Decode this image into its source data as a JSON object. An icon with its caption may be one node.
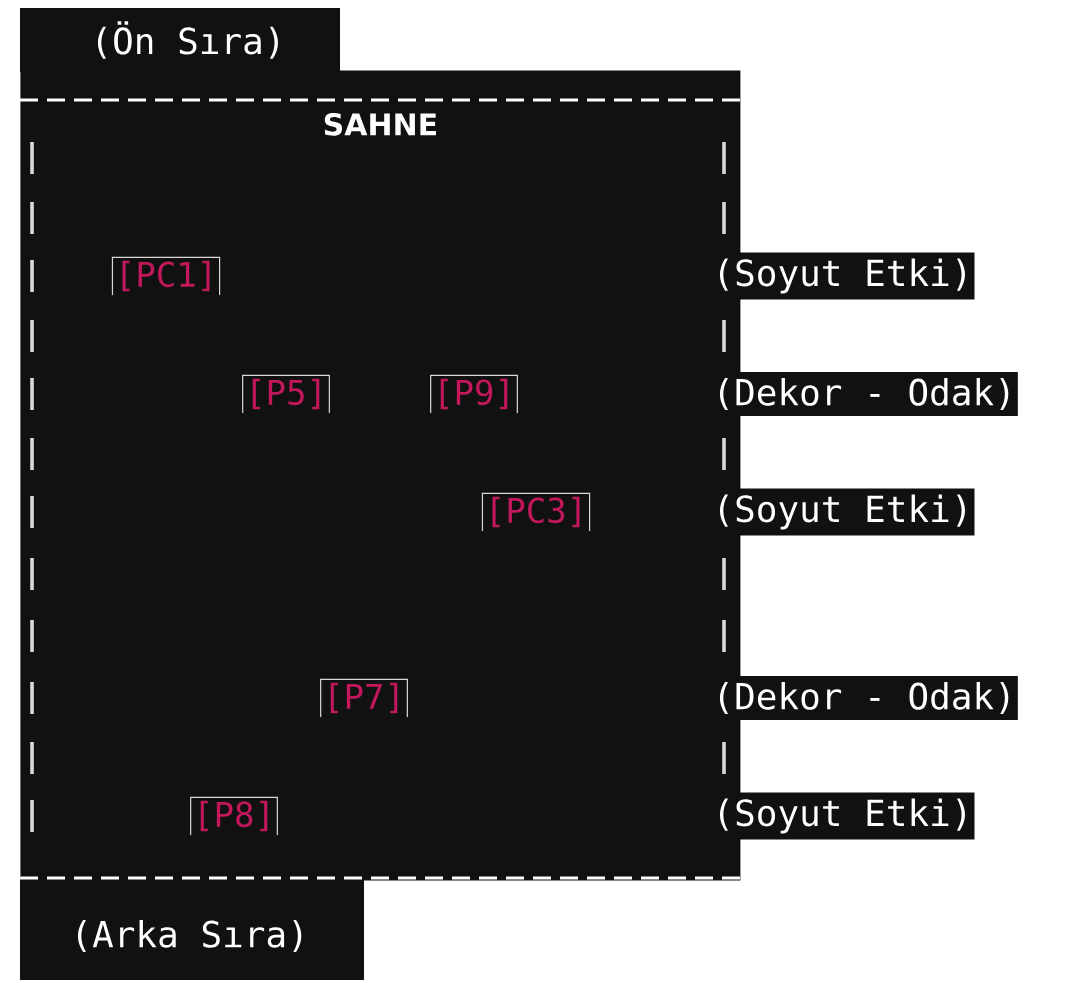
{
  "diagram": {
    "nodes": [
      {
        "text": [
          "SAHNE"
        ]
      },
      {
        "text": [
          "[PC1]"
        ],
        "in": 0
      },
      {
        "text": [
          "[P5]"
        ],
        "in": 0
      },
      {
        "text": [
          "[P9]"
        ],
        "in": 0
      },
      {
        "text": [
          "[PC3]"
        ],
        "in": 0
      },
      {
        "text": [
          "[P7]"
        ],
        "in": 0
      },
      {
        "text": [
          "[P8]"
        ],
        "in": 0
      }
    ],
    "labels": [
      "(Ön Sıra)",
      "(Soyut Etki)",
      "(Dekor - Odak)",
      "(Soyut Etki)",
      "(Dekor - Odak)",
      "(Soyut Etki)",
      "(Arka Sıra)"
    ]
  }
}
